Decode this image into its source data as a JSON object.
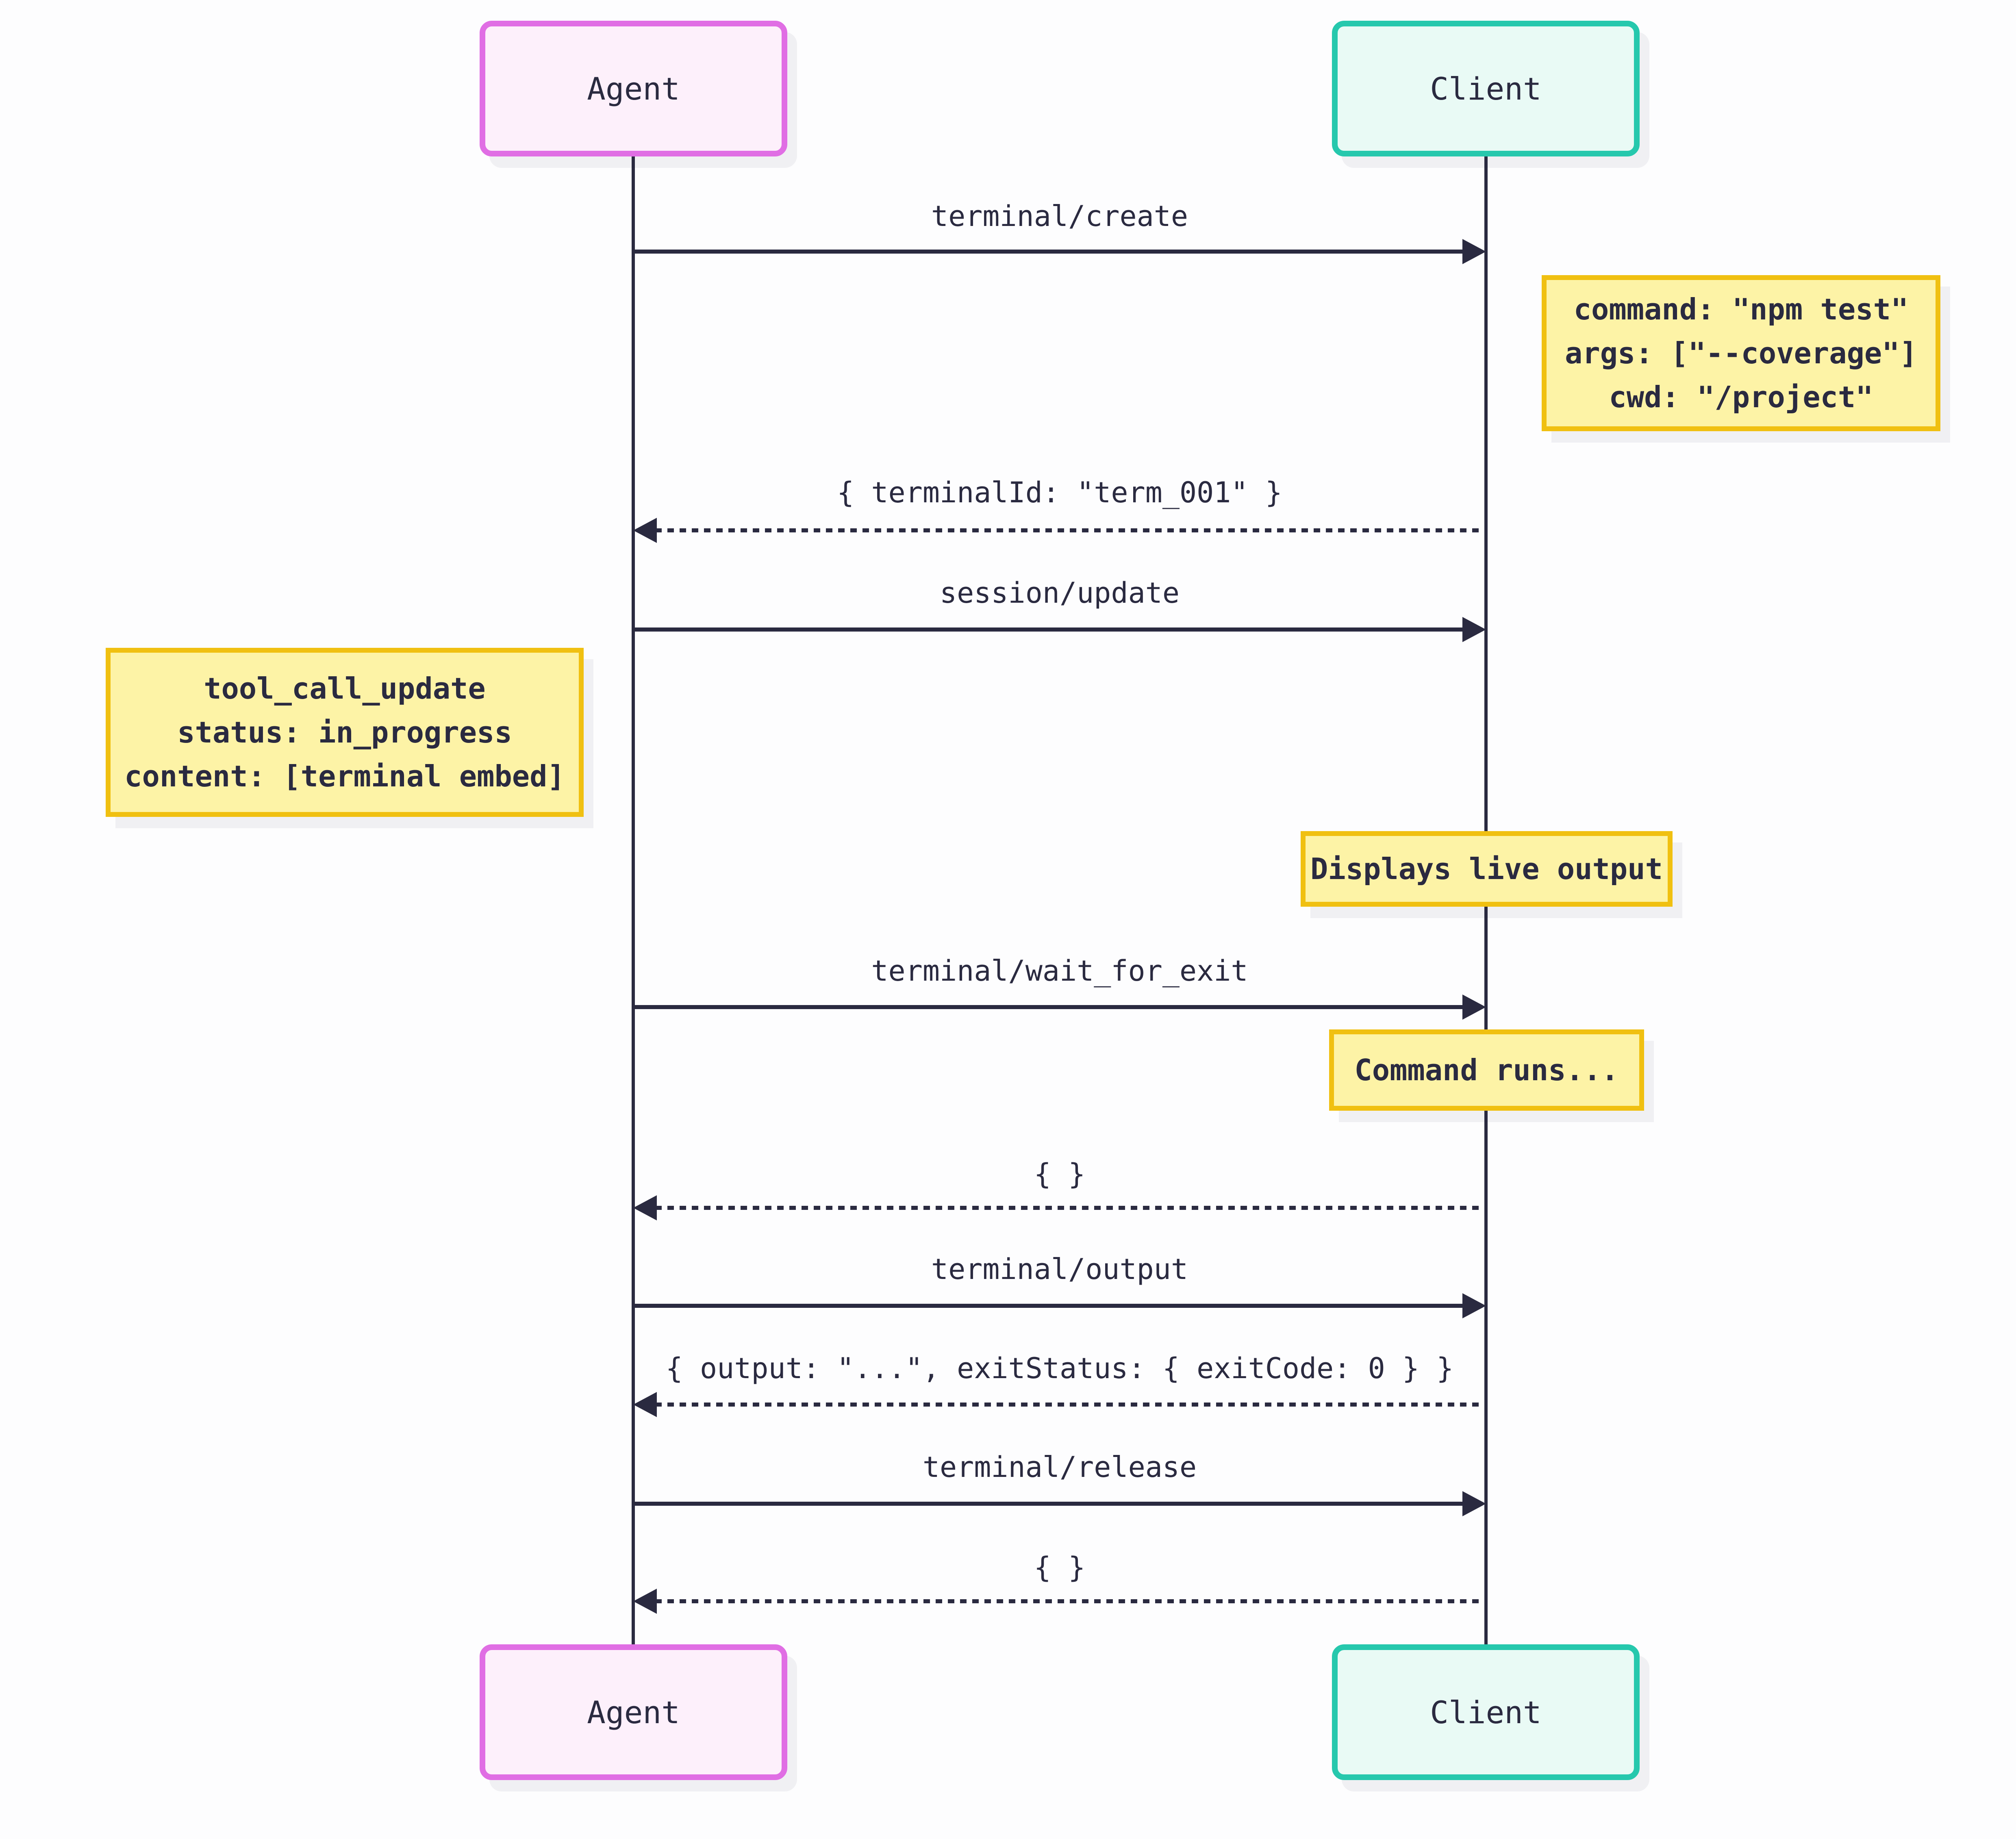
{
  "diagram": {
    "type": "sequence",
    "background": "#fdfdfe",
    "ink_color": "#2a2a40",
    "actors": [
      {
        "id": "agent",
        "label": "Agent",
        "fill": "#fdf0fb",
        "border": "#e06ee4"
      },
      {
        "id": "client",
        "label": "Client",
        "fill": "#e9faf5",
        "border": "#26c8ad"
      }
    ],
    "messages": [
      {
        "from": "agent",
        "to": "client",
        "style": "solid",
        "label": "terminal/create"
      },
      {
        "from": "client",
        "to": "agent",
        "style": "dotted",
        "label": "{ terminalId: \"term_001\" }"
      },
      {
        "from": "agent",
        "to": "client",
        "style": "solid",
        "label": "session/update"
      },
      {
        "from": "agent",
        "to": "client",
        "style": "solid",
        "label": "terminal/wait_for_exit"
      },
      {
        "from": "client",
        "to": "agent",
        "style": "dotted",
        "label": "{ }"
      },
      {
        "from": "agent",
        "to": "client",
        "style": "solid",
        "label": "terminal/output"
      },
      {
        "from": "client",
        "to": "agent",
        "style": "dotted",
        "label": "{ output: \"...\", exitStatus: { exitCode: 0 } }"
      },
      {
        "from": "agent",
        "to": "client",
        "style": "solid",
        "label": "terminal/release"
      },
      {
        "from": "client",
        "to": "agent",
        "style": "dotted",
        "label": "{ }"
      }
    ],
    "notes": [
      {
        "placement": "right-of-client",
        "fill": "#fdf3a6",
        "border": "#f0c011",
        "text": "command: \"npm test\"\nargs: [\"--coverage\"]\ncwd: \"/project\""
      },
      {
        "placement": "left-of-agent",
        "fill": "#fdf3a6",
        "border": "#f0c011",
        "text": "tool_call_update\nstatus: in_progress\ncontent: [terminal embed]"
      },
      {
        "placement": "over-client",
        "fill": "#fdf3a6",
        "border": "#f0c011",
        "text": "Displays live output"
      },
      {
        "placement": "over-client",
        "fill": "#fdf3a6",
        "border": "#f0c011",
        "text": "Command runs..."
      }
    ]
  }
}
